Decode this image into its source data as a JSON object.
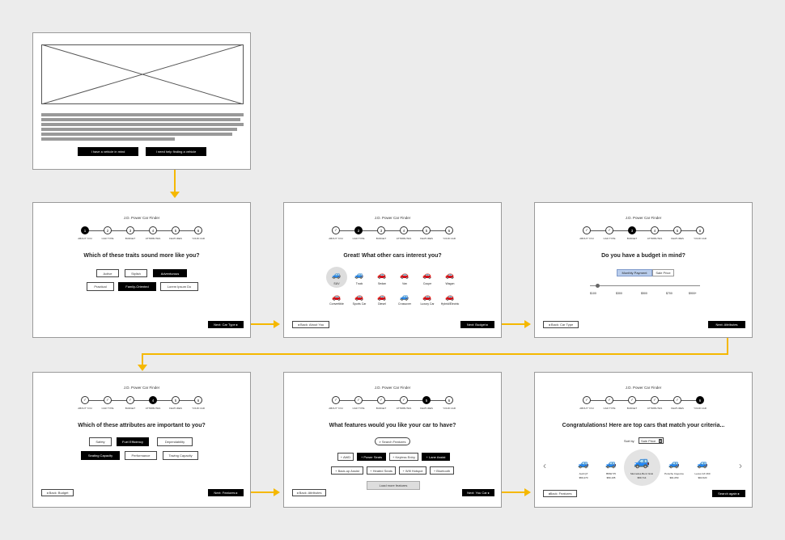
{
  "colors": {
    "arrow": "#f5b800",
    "accent_blue": "#b9cdec"
  },
  "landing": {
    "btn_have": "I have a vehicle in mind",
    "btn_help": "I need help finding a vehicle"
  },
  "app_title": "J.D. Power Car Finder",
  "steps": [
    "ABOUT YOU",
    "CAR TYPE",
    "BUDGET",
    "ATTRIBUTES",
    "FEATURES",
    "YOUR CAR"
  ],
  "screen1": {
    "question": "Which of these traits sound more like you?",
    "traits_row1": [
      "Active",
      "Stylish",
      "Adventurous"
    ],
    "traits_row2": [
      "Practical",
      "Family-Oriented",
      "Lorem Ipsum Do"
    ],
    "next": "Next: Car Type"
  },
  "screen2": {
    "question": "Great! What other cars interest you?",
    "cars_row1": [
      "SUV",
      "Truck",
      "Sedan",
      "Van",
      "Coupe",
      "Wagon"
    ],
    "cars_row2": [
      "Convertible",
      "Sports Car",
      "Diesel",
      "Crossover",
      "Luxury Car",
      "Hybrid/Electric"
    ],
    "back": "Back: About You",
    "next": "Next: Budget"
  },
  "screen3": {
    "question": "Do you have a budget in mind?",
    "toggle": [
      "Monthly Payment",
      "Sale Price"
    ],
    "slider_ticks": [
      "$100",
      "$300",
      "$500",
      "$700",
      "$900+"
    ],
    "slider_value": 0.07,
    "back": "Back: Car Type",
    "next": "Next: Attributes"
  },
  "screen4": {
    "question": "Which of these attributes are important to you?",
    "row1": [
      "Safety",
      "Fuel Efficiency",
      "Dependability"
    ],
    "row2": [
      "Seating Capacity",
      "Performance",
      "Towing Capacity"
    ],
    "back": "Back: Budget",
    "next": "Next: Features"
  },
  "screen5": {
    "question": "What features would you like your car to have?",
    "search": "Search Features",
    "row1": [
      "+ AWD",
      "+ Power Seats",
      "+ Keyless Entry",
      "+ Lane Assist"
    ],
    "row2": [
      "+ Back-up Assist",
      "+ Heated Seats",
      "+ Wifi Hotspot",
      "+ Bluetooth"
    ],
    "load_more": "Load more features",
    "back": "Back: Attributes",
    "next": "Next: You Car"
  },
  "screen6": {
    "question": "Congratulations! Here are top cars that match your criteria...",
    "sort_label": "Sort by",
    "sort_value": "Sale Price",
    "cars": [
      {
        "name": "Audi Q7",
        "price": "$50,470"
      },
      {
        "name": "BMW X5",
        "price": "$59,195"
      },
      {
        "name": "Mercedes-Benz GLE",
        "price": "$59,714"
      },
      {
        "name": "Porsche Cayenne",
        "price": "$61,050"
      },
      {
        "name": "Lexus GX 460",
        "price": "$64,520"
      }
    ],
    "back": "Back: Features",
    "next": "Search again"
  }
}
